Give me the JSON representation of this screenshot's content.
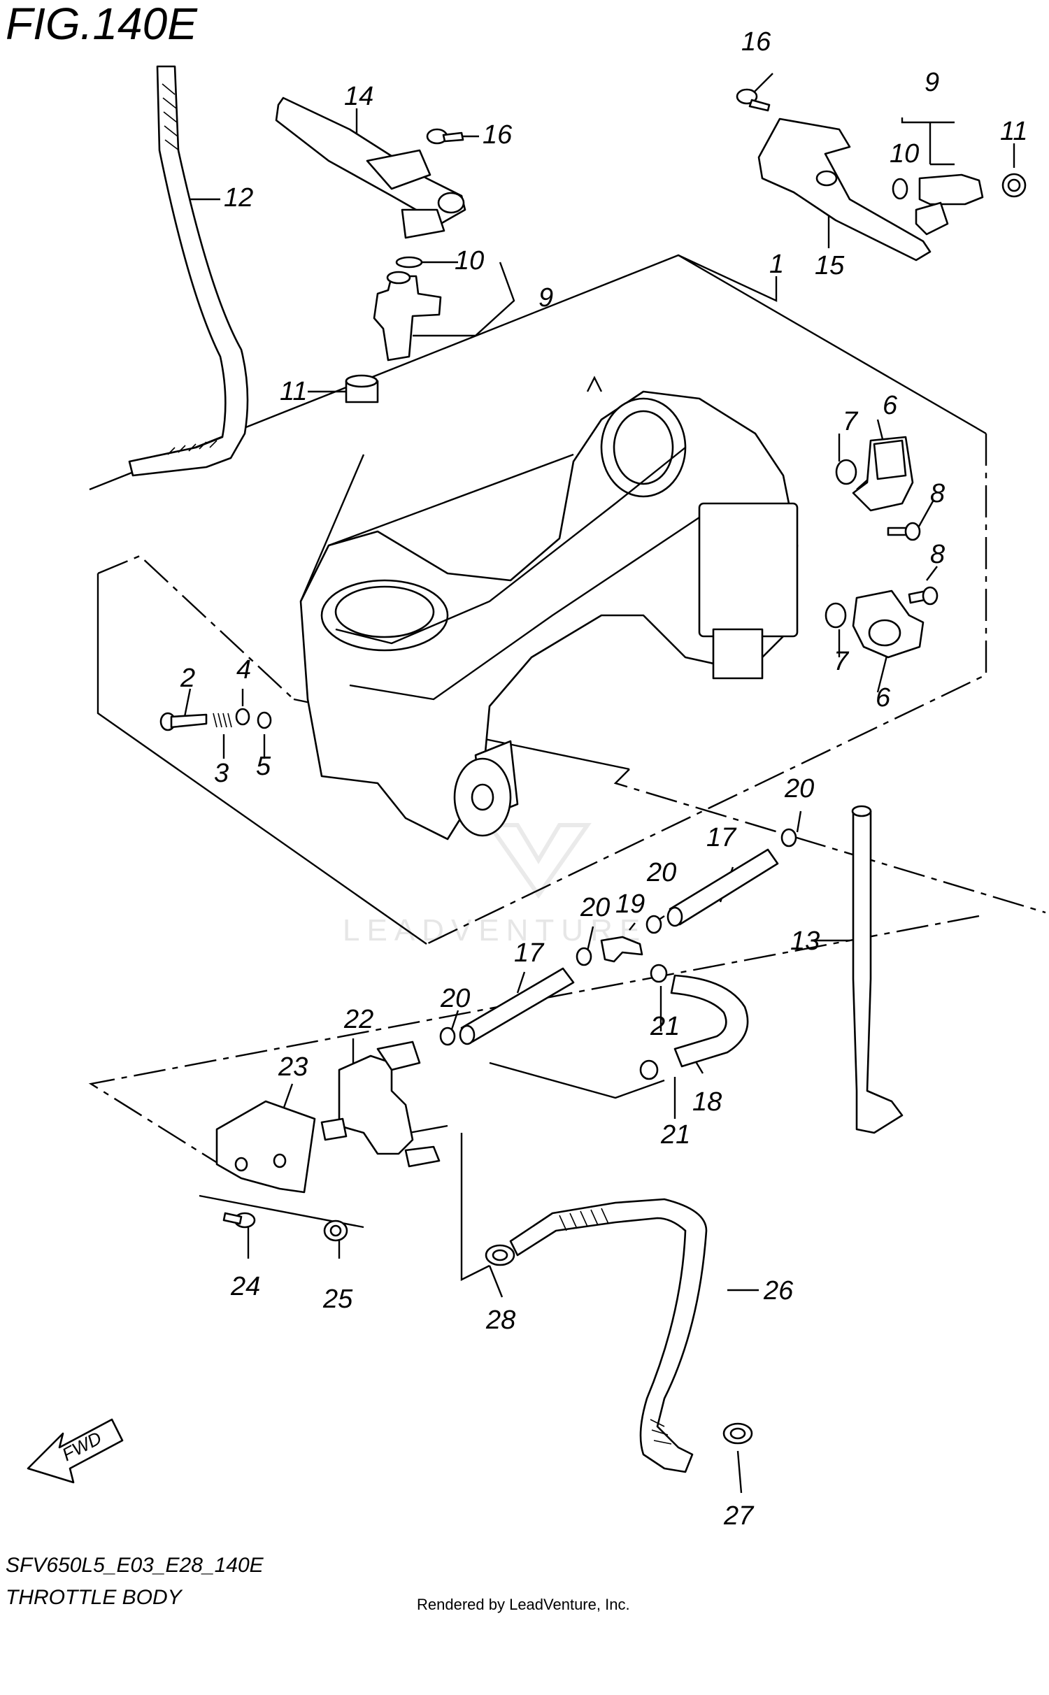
{
  "figure": {
    "title": "FIG.140E",
    "model_code": "SFV650L5_E03_E28_140E",
    "subtitle": "THROTTLE BODY",
    "credit": "Rendered by LeadVenture, Inc.",
    "watermark": "LEADVENTURE",
    "fwd_label": "FWD"
  },
  "callouts": [
    {
      "id": "c16a",
      "text": "16"
    },
    {
      "id": "c9a",
      "text": "9"
    },
    {
      "id": "c10a",
      "text": "10"
    },
    {
      "id": "c11a",
      "text": "11"
    },
    {
      "id": "c15",
      "text": "15"
    },
    {
      "id": "c1",
      "text": "1"
    },
    {
      "id": "c14",
      "text": "14"
    },
    {
      "id": "c16b",
      "text": "16"
    },
    {
      "id": "c12",
      "text": "12"
    },
    {
      "id": "c10b",
      "text": "10"
    },
    {
      "id": "c9b",
      "text": "9"
    },
    {
      "id": "c11b",
      "text": "11"
    },
    {
      "id": "c6a",
      "text": "6"
    },
    {
      "id": "c7a",
      "text": "7"
    },
    {
      "id": "c8a",
      "text": "8"
    },
    {
      "id": "c8b",
      "text": "8"
    },
    {
      "id": "c7b",
      "text": "7"
    },
    {
      "id": "c6b",
      "text": "6"
    },
    {
      "id": "c2",
      "text": "2"
    },
    {
      "id": "c4",
      "text": "4"
    },
    {
      "id": "c3",
      "text": "3"
    },
    {
      "id": "c5",
      "text": "5"
    },
    {
      "id": "c20a",
      "text": "20"
    },
    {
      "id": "c17a",
      "text": "17"
    },
    {
      "id": "c20b",
      "text": "20"
    },
    {
      "id": "c13",
      "text": "13"
    },
    {
      "id": "c20c",
      "text": "20"
    },
    {
      "id": "c19",
      "text": "19"
    },
    {
      "id": "c17b",
      "text": "17"
    },
    {
      "id": "c20d",
      "text": "20"
    },
    {
      "id": "c21a",
      "text": "21"
    },
    {
      "id": "c22",
      "text": "22"
    },
    {
      "id": "c23",
      "text": "23"
    },
    {
      "id": "c18",
      "text": "18"
    },
    {
      "id": "c21b",
      "text": "21"
    },
    {
      "id": "c24",
      "text": "24"
    },
    {
      "id": "c25",
      "text": "25"
    },
    {
      "id": "c26",
      "text": "26"
    },
    {
      "id": "c28",
      "text": "28"
    },
    {
      "id": "c27",
      "text": "27"
    }
  ]
}
